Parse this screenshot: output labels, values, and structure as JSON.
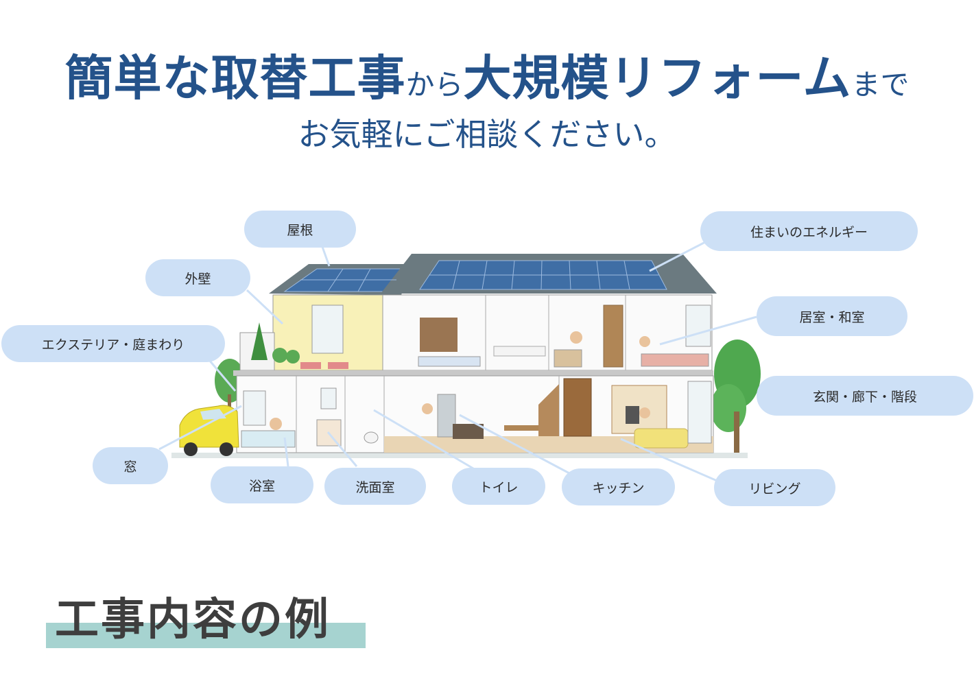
{
  "headline": {
    "part1": "簡単な取替工事",
    "part2": "から",
    "part3": "大規模リフォーム",
    "part4": "まで"
  },
  "subline": "お気軽にご相談ください。",
  "labels": {
    "roof": "屋根",
    "outer_wall": "外壁",
    "exterior": "エクステリア・庭まわり",
    "window": "窓",
    "bathroom": "浴室",
    "washroom": "洗面室",
    "toilet": "トイレ",
    "kitchen": "キッチン",
    "living": "リビング",
    "energy": "住まいのエネルギー",
    "rooms": "居室・和室",
    "entrance": "玄関・廊下・階段"
  },
  "section_title": "工事内容の例",
  "colors": {
    "headline": "#24528a",
    "label_bg": "#cde0f6",
    "section_bar": "#a6d3d0"
  }
}
